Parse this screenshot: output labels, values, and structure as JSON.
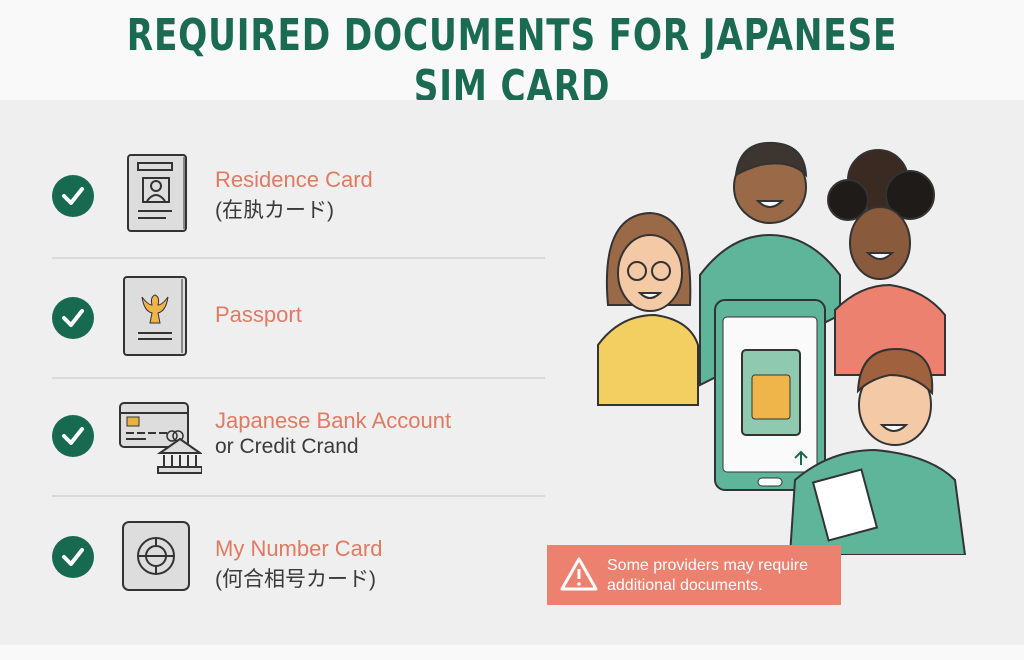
{
  "title": "REQUIRED DOCUMENTS FOR JAPANESE SIM CARD",
  "items": [
    {
      "label": "Residence Card",
      "sub": "(在肒カード)",
      "icon": "residence-card-icon"
    },
    {
      "label": "Passport",
      "sub": "",
      "icon": "passport-icon"
    },
    {
      "label": "Japanese Bank Account",
      "sub": "or Credit Crand",
      "icon": "bank-card-icon"
    },
    {
      "label": "My Number Card",
      "sub": "(何合相号カード)",
      "icon": "my-number-card-icon"
    }
  ],
  "alert": {
    "line1": "Some providers may require",
    "line2": "additional documents.",
    "icon": "warning-icon"
  },
  "colors": {
    "title": "#1a6b52",
    "check": "#17694f",
    "label": "#e07a62",
    "alert": "#ec8170",
    "phone": "#5fb59a"
  }
}
